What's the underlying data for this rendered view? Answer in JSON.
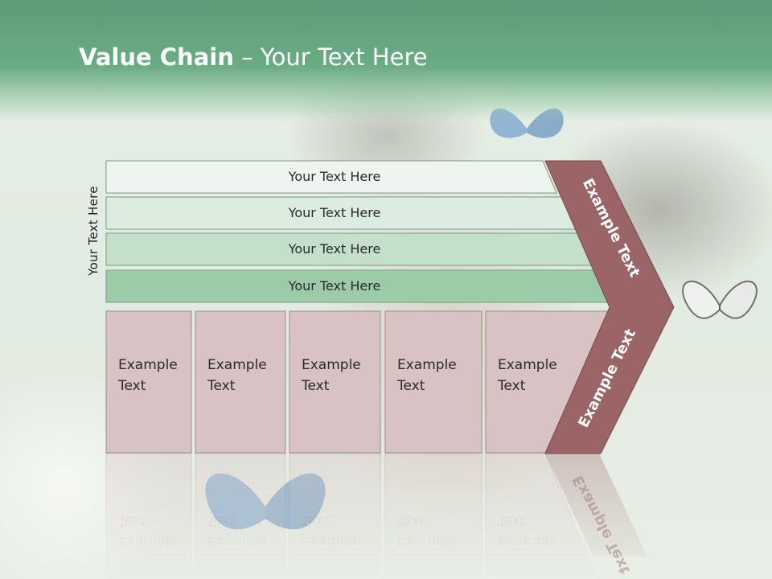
{
  "title": {
    "bold": "Value Chain",
    "rest": " – Your Text Here"
  },
  "side_label": "Your Text Here",
  "bars": [
    {
      "label": "Your Text Here",
      "fill": "#eef4ef"
    },
    {
      "label": "Your Text Here",
      "fill": "#dcece0"
    },
    {
      "label": "Your Text Here",
      "fill": "#c4e0ca"
    },
    {
      "label": "Your Text Here",
      "fill": "#9ccca7"
    }
  ],
  "boxes": [
    {
      "line1": "Example",
      "line2": "Text"
    },
    {
      "line1": "Example",
      "line2": "Text"
    },
    {
      "line1": "Example",
      "line2": "Text"
    },
    {
      "line1": "Example",
      "line2": "Text"
    },
    {
      "line1": "Example",
      "line2": "Text"
    }
  ],
  "chevron": {
    "upper_label": "Example Text",
    "lower_label": "Example Text",
    "fill": "#9b6466"
  },
  "colors": {
    "header": "#6aac84",
    "box_fill": "#d8c2c3",
    "box_stroke": "#9a8a8b",
    "bar_stroke": "#7a9a80"
  }
}
